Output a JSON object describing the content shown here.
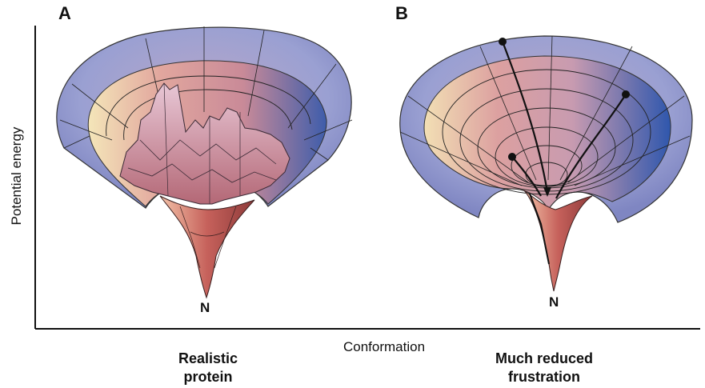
{
  "panels": [
    {
      "letter": "A",
      "caption_line1": "Realistic",
      "caption_line2": "protein",
      "native_label": "N"
    },
    {
      "letter": "B",
      "caption_line1": "Much reduced",
      "caption_line2": "frustration",
      "native_label": "N"
    }
  ],
  "axes": {
    "y_label": "Potential energy",
    "x_label": "Conformation"
  },
  "colors": {
    "rim": "#8c93c8",
    "funnel_warm": "#d7908e",
    "funnel_cool": "#4e67b0",
    "grid": "#222222"
  }
}
